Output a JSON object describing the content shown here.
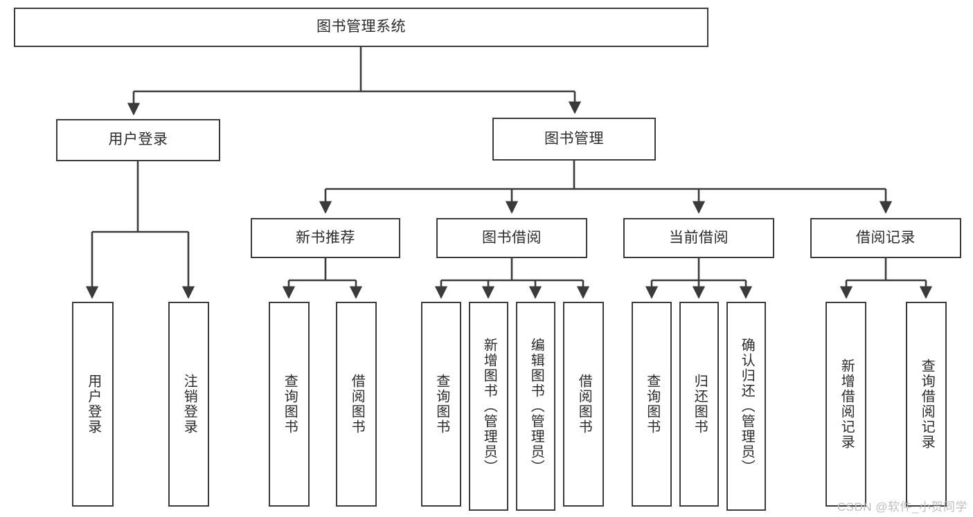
{
  "diagram": {
    "type": "tree",
    "title_node": {
      "label": "图书管理系统"
    },
    "level2": [
      {
        "id": "user-login",
        "label": "用户登录"
      },
      {
        "id": "book-manage",
        "label": "图书管理"
      }
    ],
    "level3": [
      {
        "id": "new-book-rec",
        "label": "新书推荐",
        "parent": "book-manage"
      },
      {
        "id": "book-borrow",
        "label": "图书借阅",
        "parent": "book-manage"
      },
      {
        "id": "current-borrow",
        "label": "当前借阅",
        "parent": "book-manage"
      },
      {
        "id": "borrow-record",
        "label": "借阅记录",
        "parent": "book-manage"
      }
    ],
    "leaves": [
      {
        "id": "leaf-user-login",
        "label": "用户登录",
        "parent": "user-login"
      },
      {
        "id": "leaf-logout",
        "label": "注销登录",
        "parent": "user-login"
      },
      {
        "id": "leaf-query-book-1",
        "label": "查询图书",
        "parent": "new-book-rec"
      },
      {
        "id": "leaf-borrow-book-1",
        "label": "借阅图书",
        "parent": "new-book-rec"
      },
      {
        "id": "leaf-query-book-2",
        "label": "查询图书",
        "parent": "book-borrow"
      },
      {
        "id": "leaf-add-book",
        "label": "新增图书（管理员）",
        "parent": "book-borrow"
      },
      {
        "id": "leaf-edit-book",
        "label": "编辑图书（管理员）",
        "parent": "book-borrow"
      },
      {
        "id": "leaf-borrow-book-2",
        "label": "借阅图书",
        "parent": "book-borrow"
      },
      {
        "id": "leaf-query-book-3",
        "label": "查询图书",
        "parent": "current-borrow"
      },
      {
        "id": "leaf-return-book",
        "label": "归还图书",
        "parent": "current-borrow"
      },
      {
        "id": "leaf-confirm-return",
        "label": "确认归还（管理员）",
        "parent": "current-borrow"
      },
      {
        "id": "leaf-add-record",
        "label": "新增借阅记录",
        "parent": "borrow-record"
      },
      {
        "id": "leaf-query-record",
        "label": "查询借阅记录",
        "parent": "borrow-record"
      }
    ],
    "colors": {
      "stroke": "#3a3a3a",
      "fill": "#ffffff",
      "text": "#2b2b2b",
      "watermark": "#bfbfbf"
    }
  },
  "watermark": {
    "text": "CSDN @软件_小贺同学"
  }
}
